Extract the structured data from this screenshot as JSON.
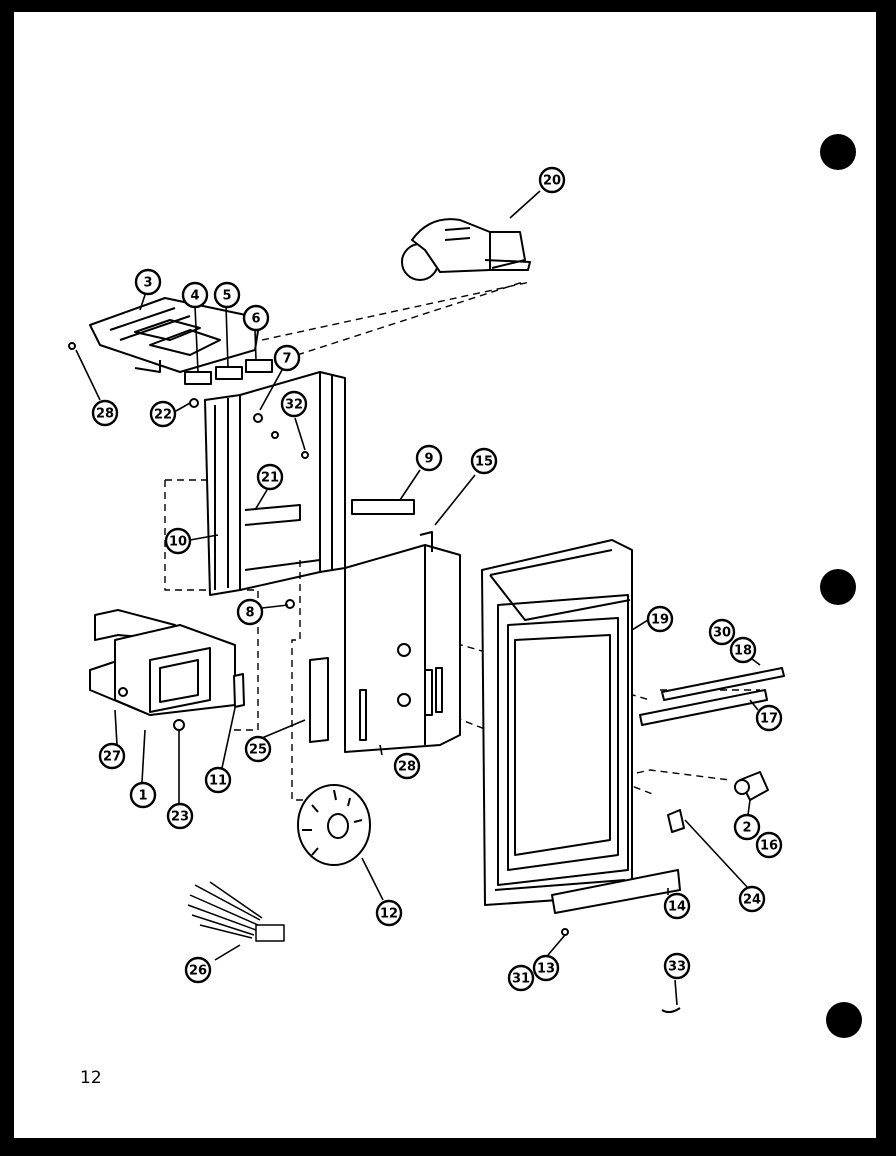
{
  "page": {
    "number": "12",
    "background": "#ffffff",
    "ink": "#000000"
  },
  "callouts": [
    {
      "id": "c20",
      "label": "20"
    },
    {
      "id": "c3",
      "label": "3"
    },
    {
      "id": "c4",
      "label": "4"
    },
    {
      "id": "c5",
      "label": "5"
    },
    {
      "id": "c6",
      "label": "6"
    },
    {
      "id": "c28a",
      "label": "28"
    },
    {
      "id": "c22",
      "label": "22"
    },
    {
      "id": "c7",
      "label": "7"
    },
    {
      "id": "c32",
      "label": "32"
    },
    {
      "id": "c21",
      "label": "21"
    },
    {
      "id": "c10",
      "label": "10"
    },
    {
      "id": "c9",
      "label": "9"
    },
    {
      "id": "c15",
      "label": "15"
    },
    {
      "id": "c8",
      "label": "8"
    },
    {
      "id": "c19",
      "label": "19"
    },
    {
      "id": "c30",
      "label": "30"
    },
    {
      "id": "c18",
      "label": "18"
    },
    {
      "id": "c17",
      "label": "17"
    },
    {
      "id": "c27",
      "label": "27"
    },
    {
      "id": "c1",
      "label": "1"
    },
    {
      "id": "c23",
      "label": "23"
    },
    {
      "id": "c11",
      "label": "11"
    },
    {
      "id": "c25",
      "label": "25"
    },
    {
      "id": "c28b",
      "label": "28"
    },
    {
      "id": "c2",
      "label": "2"
    },
    {
      "id": "c16",
      "label": "16"
    },
    {
      "id": "c24",
      "label": "24"
    },
    {
      "id": "c12",
      "label": "12"
    },
    {
      "id": "c14",
      "label": "14"
    },
    {
      "id": "c26",
      "label": "26"
    },
    {
      "id": "c31",
      "label": "31"
    },
    {
      "id": "c13",
      "label": "13"
    },
    {
      "id": "c33",
      "label": "33"
    }
  ]
}
